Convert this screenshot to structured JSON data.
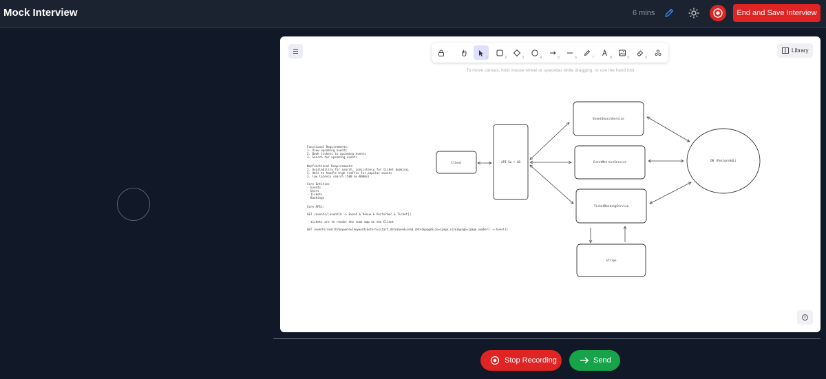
{
  "header": {
    "title": "Mock Interview",
    "timer": "6 mins",
    "end_button_label": "End and Save Interview"
  },
  "canvas": {
    "toolbar": {
      "tools": [
        {
          "name": "lock",
          "key": ""
        },
        {
          "name": "hand",
          "key": ""
        },
        {
          "name": "selection",
          "key": "1"
        },
        {
          "name": "rectangle",
          "key": "2"
        },
        {
          "name": "diamond",
          "key": "3"
        },
        {
          "name": "ellipse",
          "key": "4"
        },
        {
          "name": "arrow",
          "key": "5"
        },
        {
          "name": "line",
          "key": "6"
        },
        {
          "name": "draw",
          "key": "7"
        },
        {
          "name": "text",
          "key": "8"
        },
        {
          "name": "image",
          "key": "9"
        },
        {
          "name": "eraser",
          "key": "0"
        },
        {
          "name": "more-tools",
          "key": ""
        }
      ],
      "active_tool": "selection"
    },
    "library_label": "Library",
    "hint": "To move canvas, hold mouse wheel or spacebar while dragging, or use the hand tool",
    "notes": [
      "Functional Requirements:",
      "1. View upcoming events",
      "2. Book tickets to upcoming events",
      "3. Search for upcoming events",
      "",
      "Nonfunctional Requirements:",
      "1. Availability for search, consistency for ticket booking.",
      "2. Able to handle high traffic for popular events",
      "3. low latency search (500 ms-600ms)",
      "",
      "Core Entities",
      "- Events",
      "- Users",
      "- Tickets",
      "- Bookings",
      "",
      "Core APIs:",
      "",
      "GET /events/:eventId -> Event & Venue & Performer & Ticket[]",
      "",
      "- tickets are to render the seat map on the Client",
      "",
      "GET /events/search?keyword={keyword}&start={start_date}&end={end_date}&pageSize={page_size}&page={page_number} -> Event[]"
    ],
    "nodes": {
      "client": "Client",
      "gateway": "API Gw + LB",
      "event_search": "EventSearchService",
      "event_metrics": "EventMetricsService",
      "ticket_booking": "TicketBookingService",
      "database": "DB (PostgreSQL)",
      "stripe": "Stripe"
    }
  },
  "controls": {
    "stop_label": "Stop Recording",
    "send_label": "Send"
  },
  "colors": {
    "background": "#111827",
    "topbar": "#1b2330",
    "danger": "#e02424",
    "success": "#16a34a",
    "accent": "#3b82f6"
  }
}
